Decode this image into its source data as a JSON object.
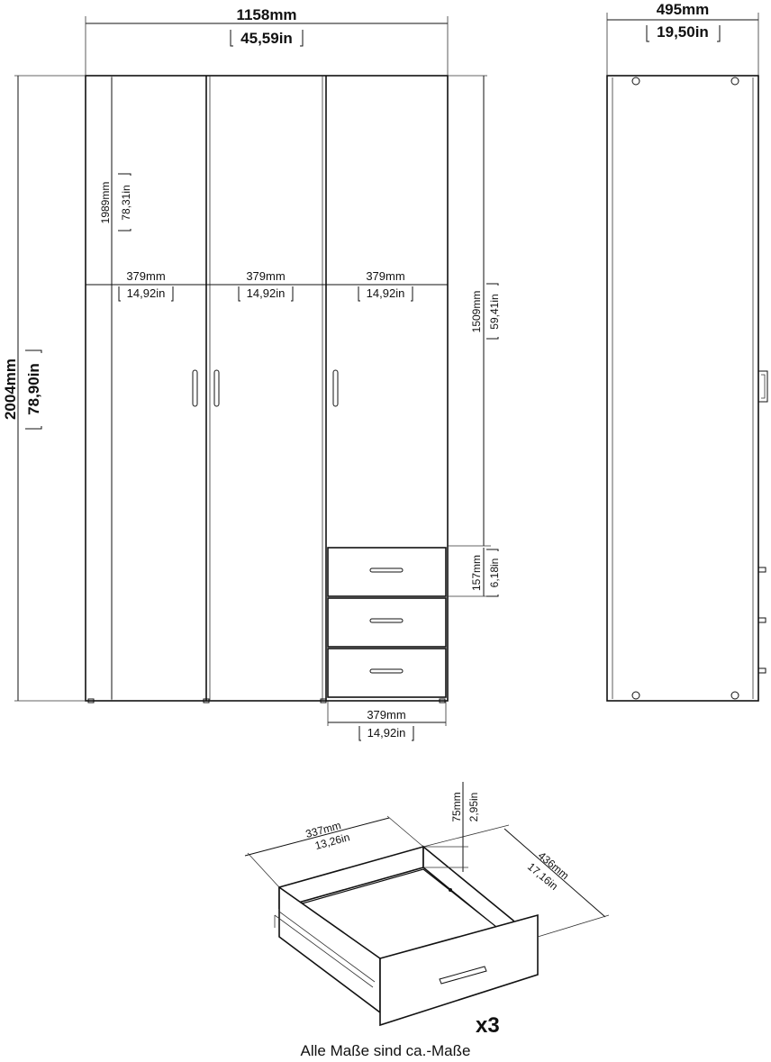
{
  "front": {
    "width_mm": "1158mm",
    "width_in": "45,59in",
    "height_mm": "2004mm",
    "height_in": "78,90in",
    "inner_height_mm": "1989mm",
    "inner_height_in": "78,31in",
    "door1_mm": "379mm",
    "door1_in": "14,92in",
    "door2_mm": "379mm",
    "door2_in": "14,92in",
    "door3_mm": "379mm",
    "door3_in": "14,92in",
    "door_height_mm": "1509mm",
    "door_height_in": "59,41in",
    "drawer_height_mm": "157mm",
    "drawer_height_in": "6,18in",
    "drawer_width_mm": "379mm",
    "drawer_width_in": "14,92in"
  },
  "side": {
    "depth_mm": "495mm",
    "depth_in": "19,50in"
  },
  "drawer": {
    "width_mm": "337mm",
    "width_in": "13,26in",
    "depth_mm": "436mm",
    "depth_in": "17,16in",
    "height_mm": "75mm",
    "height_in": "2,95in",
    "quantity": "x3"
  },
  "footer": {
    "note": "Alle Maße sind ca.-Maße"
  }
}
